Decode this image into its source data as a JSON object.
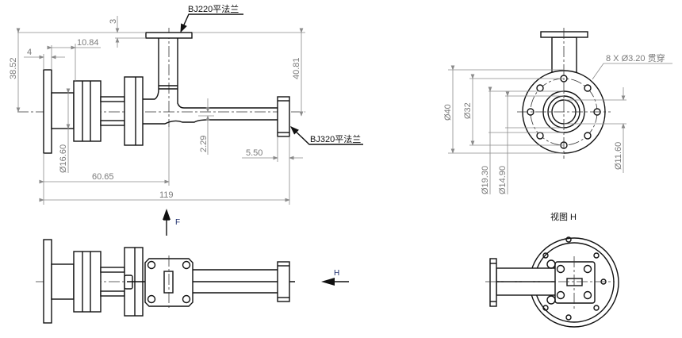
{
  "title": "Waveguide assembly drawing",
  "callouts": {
    "top_flange": "BJ220平法兰",
    "right_flange": "BJ320平法兰",
    "holes": "8 X Ø3.20 贯穿"
  },
  "view_labels": {
    "view_h": "视图 H",
    "arrow_f": "F",
    "arrow_h": "H"
  },
  "dimensions": {
    "d3": "3",
    "d10_84": "10.84",
    "d4": "4",
    "d38_52": "38.52",
    "d40_81": "40.81",
    "d16_60": "Ø16.60",
    "d2_29": "2.29",
    "d5_50": "5.50",
    "d60_65": "60.65",
    "d119": "119",
    "d40": "Ø40",
    "d32": "Ø32",
    "d19_30": "Ø19.30",
    "d14_90": "Ø14.90",
    "d11_60": "Ø11.60"
  }
}
